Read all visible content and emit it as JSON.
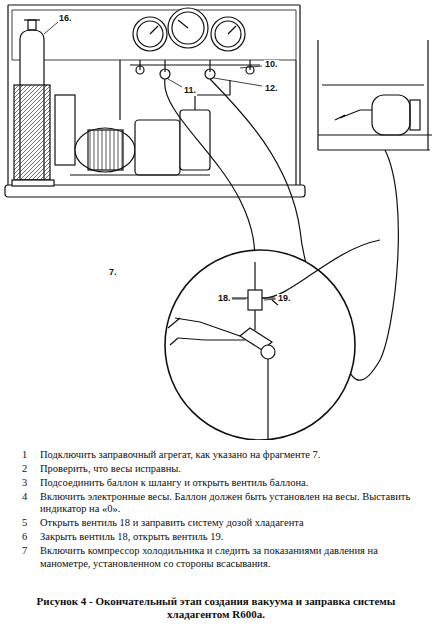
{
  "diagram": {
    "caption": "Рисунок 4 - Окончательный этап создания вакуума и заправка системы хладагентом R600a.",
    "labels": [
      "16.",
      "10.",
      "11.",
      "12.",
      "7.",
      "18.",
      "19.",
      "1",
      "Подключить заправочный агрегат, как указано на фрагменте 7.",
      "2",
      "Проверить, что весы исправны.",
      "3",
      "Подсоединить баллон к шлангу и открыть вентиль баллона.",
      "4",
      "Включить электронные весы. Баллон должен быть установлен на весы. Выставить индикатор на «0».",
      "5",
      "Открыть вентиль 18 и заправить систему дозой хладагента",
      "6",
      "Закрыть вентиль 18, открыть вентиль 19.",
      "7",
      "Включить компрессор холодильника и следить за показаниями давления на манометре, установленном со стороны всасывания."
    ]
  }
}
